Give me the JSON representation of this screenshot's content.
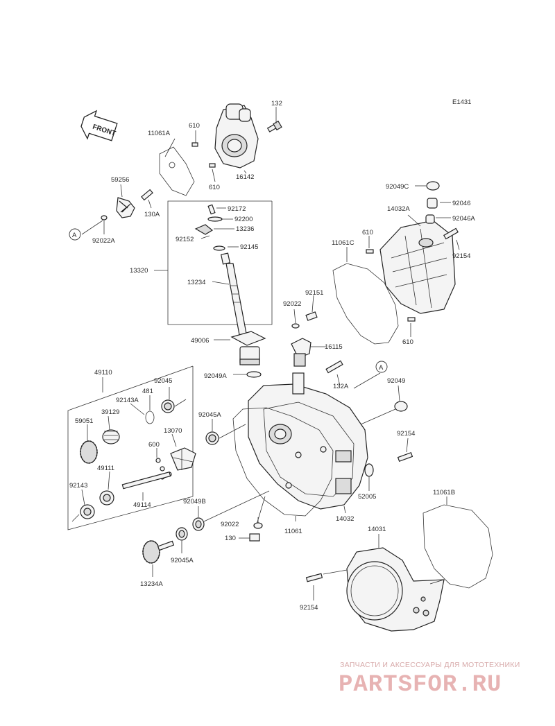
{
  "diagram_id": "E1431",
  "front_label": "FRONT",
  "labels": {
    "p132": "132",
    "p610_top": "610",
    "p11061A": "11061A",
    "p16142": "16142",
    "p610_b": "610",
    "p59256": "59256",
    "p130A": "130A",
    "p92022A": "92022A",
    "callout_a1": "A",
    "p92172": "92172",
    "p92200": "92200",
    "p13236": "13236",
    "p92152": "92152",
    "p92145": "92145",
    "p13320": "13320",
    "p13234": "13234",
    "p49006": "49006",
    "p92049C": "92049C",
    "p92046": "92046",
    "p14032A": "14032A",
    "p92046A": "92046A",
    "p610_c": "610",
    "p11061C": "11061C",
    "p92154_a": "92154",
    "p92151": "92151",
    "p92022_a": "92022",
    "p610_d": "610",
    "p16115": "16115",
    "p132A": "132A",
    "callout_a2": "A",
    "p92049": "92049",
    "p92049A": "92049A",
    "p49110": "49110",
    "p92045": "92045",
    "p481": "481",
    "p92143A": "92143A",
    "p39129": "39129",
    "p59051": "59051",
    "p13070": "13070",
    "p600": "600",
    "p92045A_a": "92045A",
    "p49111": "49111",
    "p92143": "92143",
    "p49114": "49114",
    "p92049B": "92049B",
    "p92022_b": "92022",
    "p130": "130",
    "p92045A_b": "92045A",
    "p13234A": "13234A",
    "p11061": "11061",
    "p14032": "14032",
    "p52005": "52005",
    "p92154_b": "92154",
    "p11061B": "11061B",
    "p14031": "14031",
    "p92154_c": "92154"
  },
  "watermark": {
    "line1": "ЗАПЧАСТИ И АКСЕССУАРЫ ДЛЯ МОТОТЕХНИКИ",
    "line2": "PARTSFOR.RU"
  }
}
